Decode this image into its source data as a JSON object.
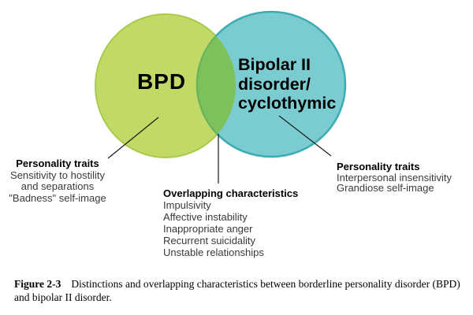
{
  "diagram": {
    "left_circle": {
      "label": "BPD",
      "fill": "#c2d965",
      "stroke": "#a8cb4d"
    },
    "right_circle": {
      "label_line1": "Bipolar II",
      "label_line2": "disorder/",
      "label_line3": "cyclothymic",
      "fill": "#7accd1",
      "stroke": "#3cacb4"
    },
    "overlap": {
      "fill": "#7dc15c",
      "stroke": "#6cb452"
    }
  },
  "annotations": {
    "left": {
      "title": "Personality traits",
      "lines": [
        "Sensitivity to hostility",
        "and separations",
        "\"Badness\" self-image"
      ]
    },
    "middle": {
      "title": "Overlapping characteristics",
      "lines": [
        "Impulsivity",
        "Affective instability",
        "Inappropriate anger",
        "Recurrent suicidality",
        "Unstable relationships"
      ]
    },
    "right": {
      "title": "Personality traits",
      "lines": [
        "Interpersonal insensitivity",
        "Grandiose self-image"
      ]
    }
  },
  "caption": {
    "label": "Figure 2-3",
    "text": "Distinctions and overlapping characteristics between borderline personality disorder (BPD) and bipolar II disorder."
  }
}
